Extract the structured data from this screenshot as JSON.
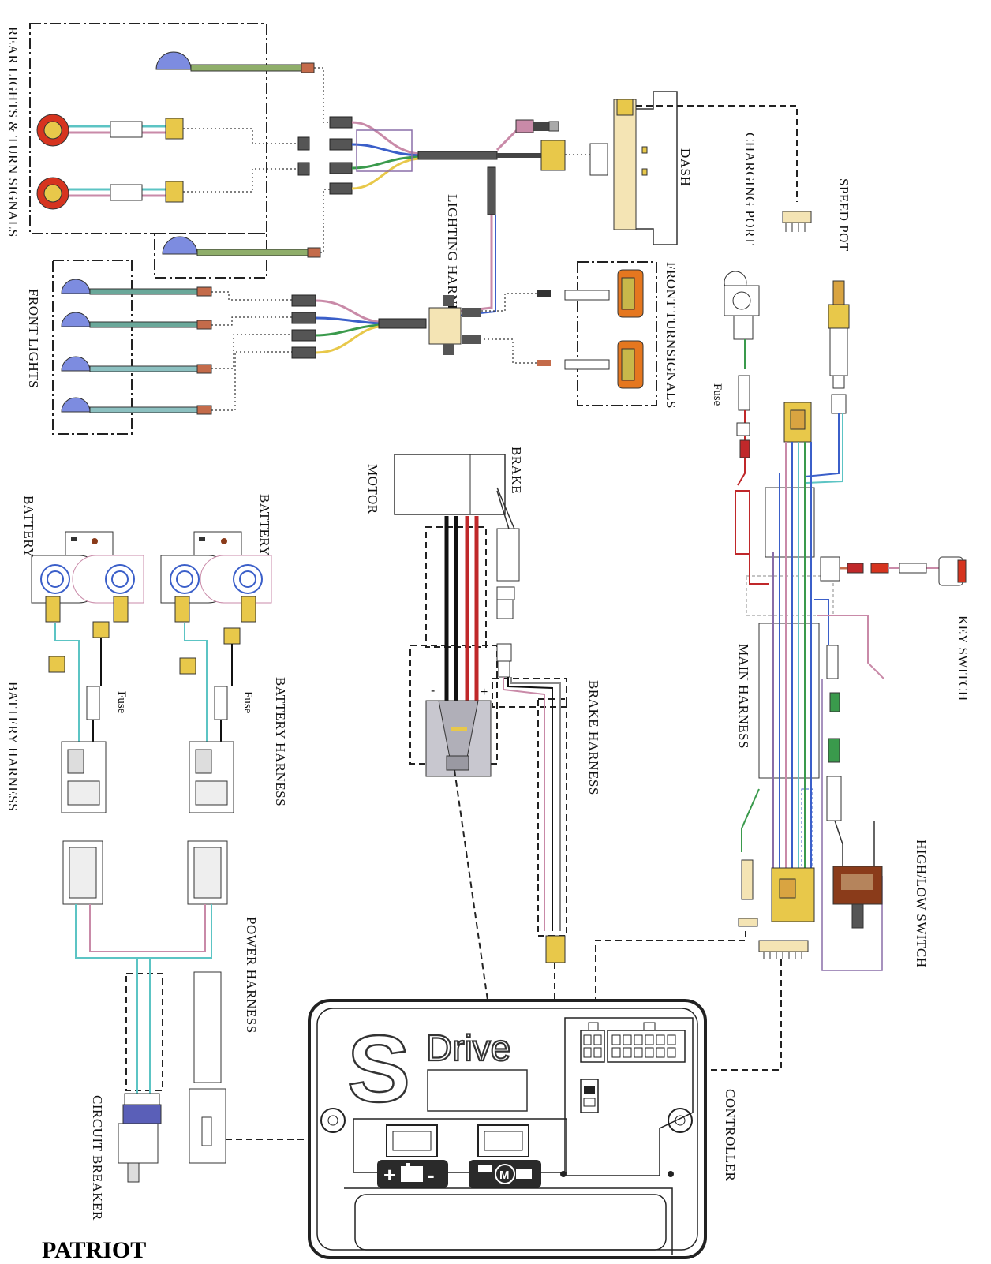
{
  "title": "PATRIOT",
  "labels": {
    "rear_lights": "REAR LIGHTS & TURN SIGNALS",
    "front_lights": "FRONT LIGHTS",
    "lighting_harness": "LIGHTING HARNESS",
    "dash": "DASH",
    "charging_port": "CHARGING PORT",
    "speed_pot": "SPEED POT",
    "front_turnsignals": "FRONT TURNSIGNALS",
    "fuse_right": "Fuse",
    "key_switch": "KEY SWITCH",
    "main_harness": "MAIN HARNESS",
    "high_low_switch": "HIGH/LOW SWITCH",
    "controller": "CONTROLLER",
    "brake": "BRAKE",
    "motor": "MOTOR",
    "brake_harness": "BRAKE HARNESS",
    "battery_1": "BATTERY",
    "battery_2": "BATTERY",
    "fuse_1": "Fuse",
    "fuse_2": "Fuse",
    "battery_harness_1": "BATTERY HARNESS",
    "battery_harness_2": "BATTERY HARNESS",
    "power_harness": "POWER HARNESS",
    "circuit_breaker": "CIRCUIT BREAKER",
    "drive_brand": "Drive",
    "s_logo": "S",
    "plus": "+",
    "minus": "-",
    "motor_symbol": "M"
  },
  "colors": {
    "wire_red": "#c0282a",
    "wire_black": "#111111",
    "wire_blue": "#3b5fc9",
    "wire_green": "#3a9a4c",
    "wire_cyan": "#5cc4c4",
    "wire_pink": "#c98aa8",
    "connector_yellow": "#e8c84a",
    "turn_orange": "#e5771f",
    "light_dome": "#7d8ce0",
    "motor_body": "#c8c7cf"
  }
}
